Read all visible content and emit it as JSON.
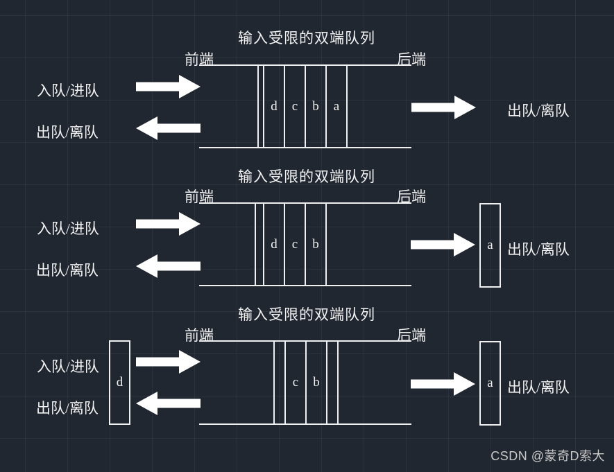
{
  "page": {
    "background_color": "#212730",
    "grid_line_color": "rgba(255,255,255,0.05)",
    "line_color": "#f0f0f0",
    "arrow_color": "#ffffff",
    "text_color": "#f2f2f2"
  },
  "labels": {
    "front": "前端",
    "back": "后端",
    "enqueue": "入队/进队",
    "dequeue": "出队/离队"
  },
  "diagrams": [
    {
      "title": "输入受限的双端队列",
      "cells": [
        "d",
        "c",
        "b",
        "a"
      ],
      "left_cell": null,
      "right_cell": null
    },
    {
      "title": "输入受限的双端队列",
      "cells": [
        "d",
        "c",
        "b"
      ],
      "left_cell": null,
      "right_cell": "a"
    },
    {
      "title": "输入受限的双端队列",
      "cells": [
        "c",
        "b"
      ],
      "left_cell": "d",
      "right_cell": "a"
    }
  ],
  "watermark": {
    "text": "CSDN @蒙奇D索大",
    "color": "#c9c9c9"
  }
}
